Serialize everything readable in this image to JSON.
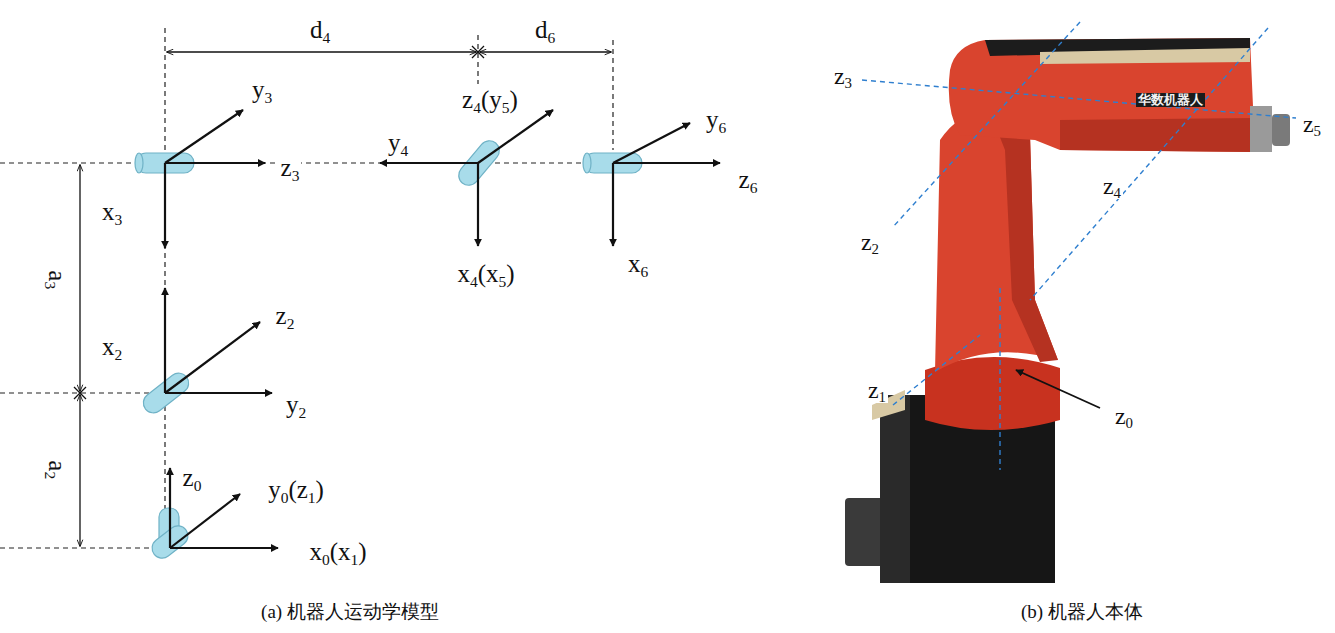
{
  "diagram": {
    "labels": [
      "d4",
      "d6",
      "y3",
      "z3",
      "x3",
      "a3",
      "z4(y5)",
      "y4",
      "x4(x5)",
      "y6",
      "z6",
      "x6",
      "z2",
      "x2",
      "y2",
      "a2",
      "z0",
      "y0(z1)",
      "x0(x1)",
      "(a) 机器人运动学模型",
      "z3",
      "z2",
      "z4",
      "z5",
      "z1",
      "z0",
      "华数机器人",
      "(b) 机器人本体"
    ]
  }
}
